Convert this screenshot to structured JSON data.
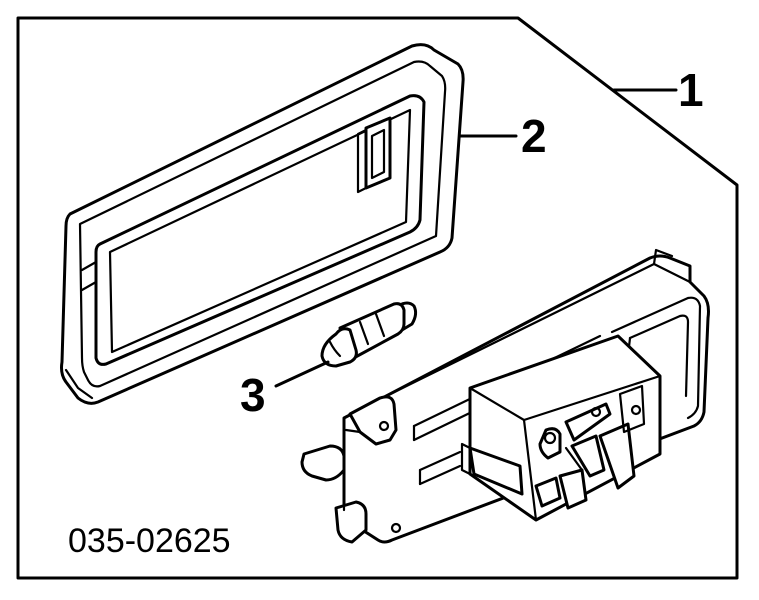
{
  "diagram": {
    "callouts": [
      {
        "id": "1",
        "label": "1"
      },
      {
        "id": "2",
        "label": "2"
      },
      {
        "id": "3",
        "label": "3"
      }
    ],
    "part_code": "035-02625",
    "colors": {
      "ink": "#000000",
      "paper": "#ffffff"
    }
  }
}
